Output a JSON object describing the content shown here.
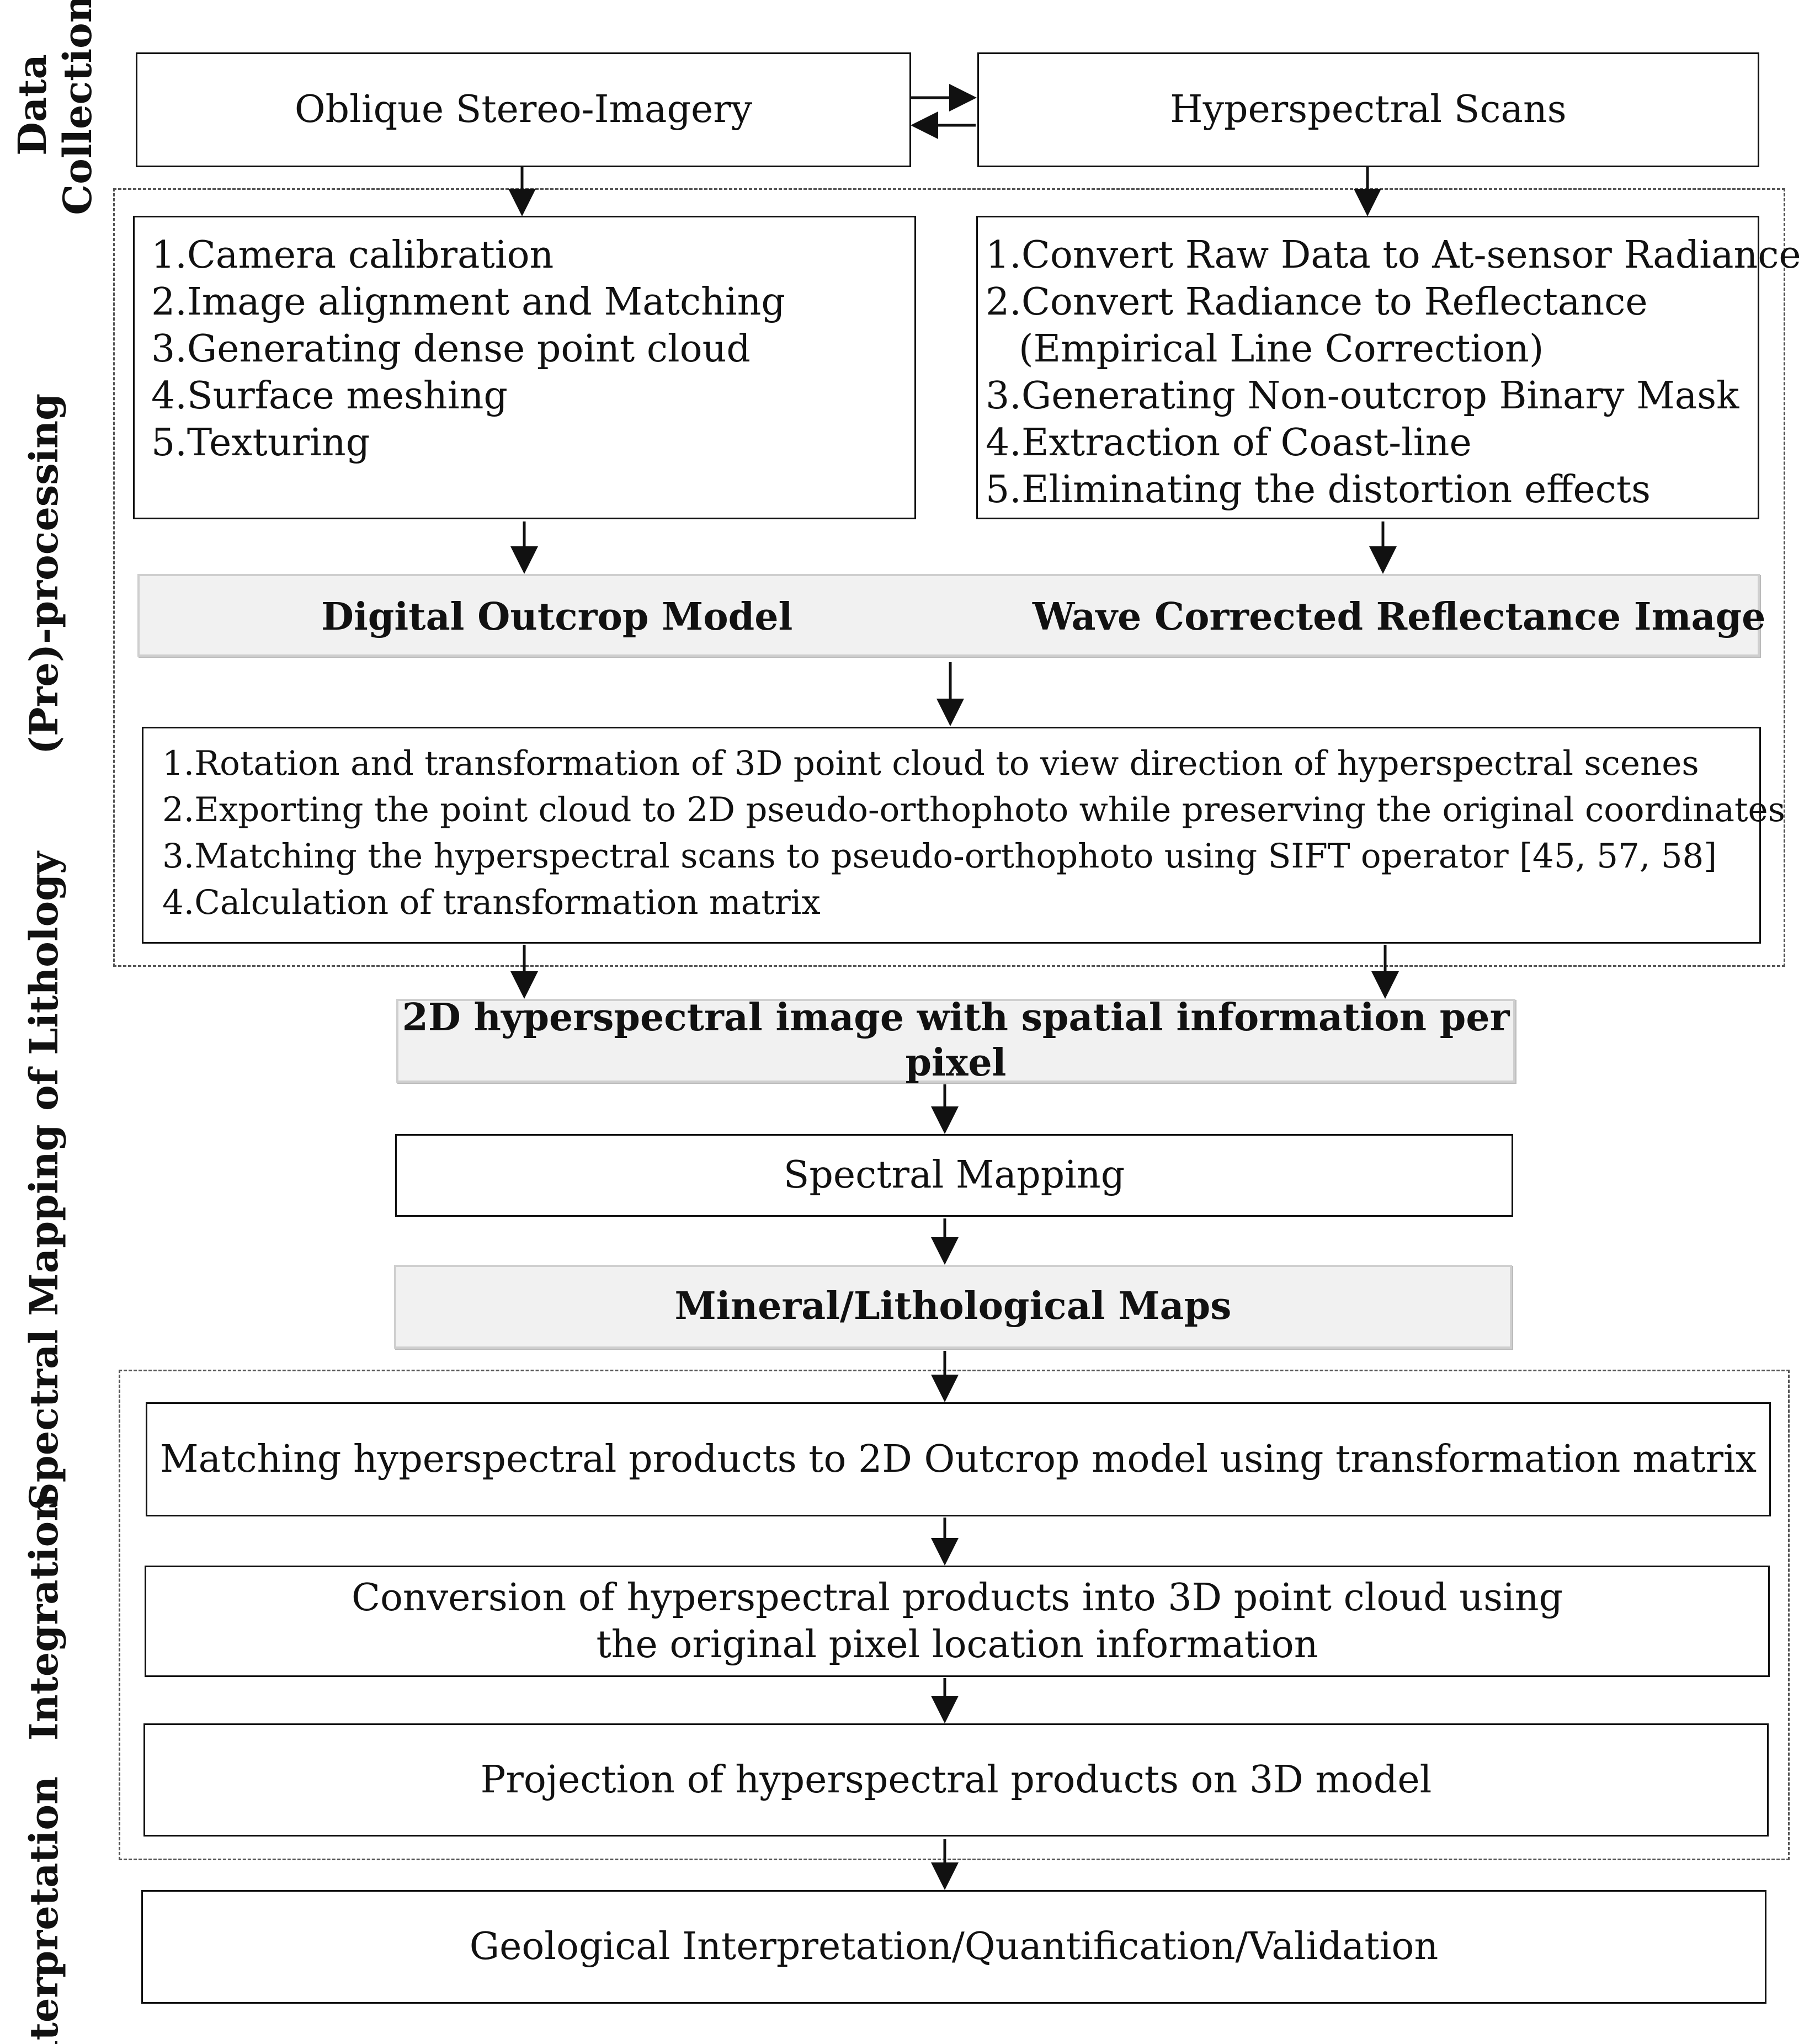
{
  "phases": {
    "data_collection": "Data Collection",
    "data_collection_lines": [
      "Data",
      "Collection"
    ],
    "preprocessing": "(Pre)-processing",
    "spectral_mapping": "Spectral Mapping of Lithology",
    "integration": "Integration",
    "interpretation": "Interpretation"
  },
  "collection": {
    "left": "Oblique Stereo-Imagery",
    "right": "Hyperspectral Scans"
  },
  "photogrammetry_steps": [
    "1.Camera calibration",
    "2.Image alignment and Matching",
    "3.Generating dense point cloud",
    "4.Surface meshing",
    "5.Texturing"
  ],
  "hyperspectral_steps": [
    "1.Convert Raw Data to At-sensor Radiance",
    "2.Convert Radiance to Reflectance",
    "(Empirical Line Correction)",
    "3.Generating Non-outcrop Binary Mask",
    "4.Extraction of Coast-line",
    "5.Eliminating the distortion effects"
  ],
  "products": {
    "left": "Digital Outcrop Model",
    "right": "Wave Corrected Reflectance Image"
  },
  "registration_steps": [
    "1.Rotation and transformation of 3D point cloud to view direction of hyperspectral scenes",
    "2.Exporting the point cloud to 2D pseudo-orthophoto while preserving the original coordinates",
    "3.Matching the hyperspectral scans to pseudo-orthophoto using SIFT operator [45, 57, 58]",
    "4.Calculation of transformation matrix"
  ],
  "hyperspectral_2d": "2D hyperspectral image with spatial information per pixel",
  "spectral_mapping_box": "Spectral Mapping",
  "maps": "Mineral/Lithological Maps",
  "integration_steps": {
    "matching": "Matching hyperspectral products to 2D Outcrop model using transformation matrix",
    "conversion_line1": "Conversion of hyperspectral products into 3D point cloud using",
    "conversion_line2": "the original pixel location information",
    "projection": "Projection of hyperspectral products on 3D model"
  },
  "final": "Geological Interpretation/Quantification/Validation"
}
